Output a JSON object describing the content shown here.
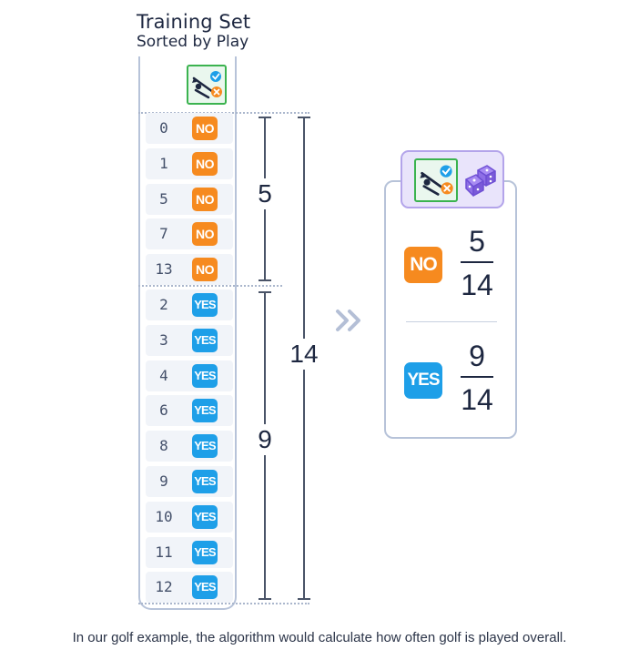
{
  "header": {
    "title": "Training Set",
    "subtitle": "Sorted by Play"
  },
  "rows": [
    {
      "id": "0",
      "play": "NO"
    },
    {
      "id": "1",
      "play": "NO"
    },
    {
      "id": "5",
      "play": "NO"
    },
    {
      "id": "7",
      "play": "NO"
    },
    {
      "id": "13",
      "play": "NO"
    },
    {
      "id": "2",
      "play": "YES"
    },
    {
      "id": "3",
      "play": "YES"
    },
    {
      "id": "4",
      "play": "YES"
    },
    {
      "id": "6",
      "play": "YES"
    },
    {
      "id": "8",
      "play": "YES"
    },
    {
      "id": "9",
      "play": "YES"
    },
    {
      "id": "10",
      "play": "YES"
    },
    {
      "id": "11",
      "play": "YES"
    },
    {
      "id": "12",
      "play": "YES"
    }
  ],
  "counts": {
    "no": "5",
    "yes": "9",
    "total": "14"
  },
  "result": {
    "no": {
      "label": "NO",
      "numerator": "5",
      "denominator": "14"
    },
    "yes": {
      "label": "YES",
      "numerator": "9",
      "denominator": "14"
    }
  },
  "icons": {
    "header": "golf-play-icon",
    "card": [
      "golf-play-icon",
      "dice-icon"
    ],
    "arrow": "double-chevron-right-icon"
  },
  "colors": {
    "no": "#f68a1f",
    "yes": "#1e9fe8",
    "icon_border": "#3bb34f",
    "card_header": "#e9e4fb",
    "dice": "#8e6fe6"
  },
  "caption": "In our golf example, the algorithm would calculate how often golf is played overall."
}
